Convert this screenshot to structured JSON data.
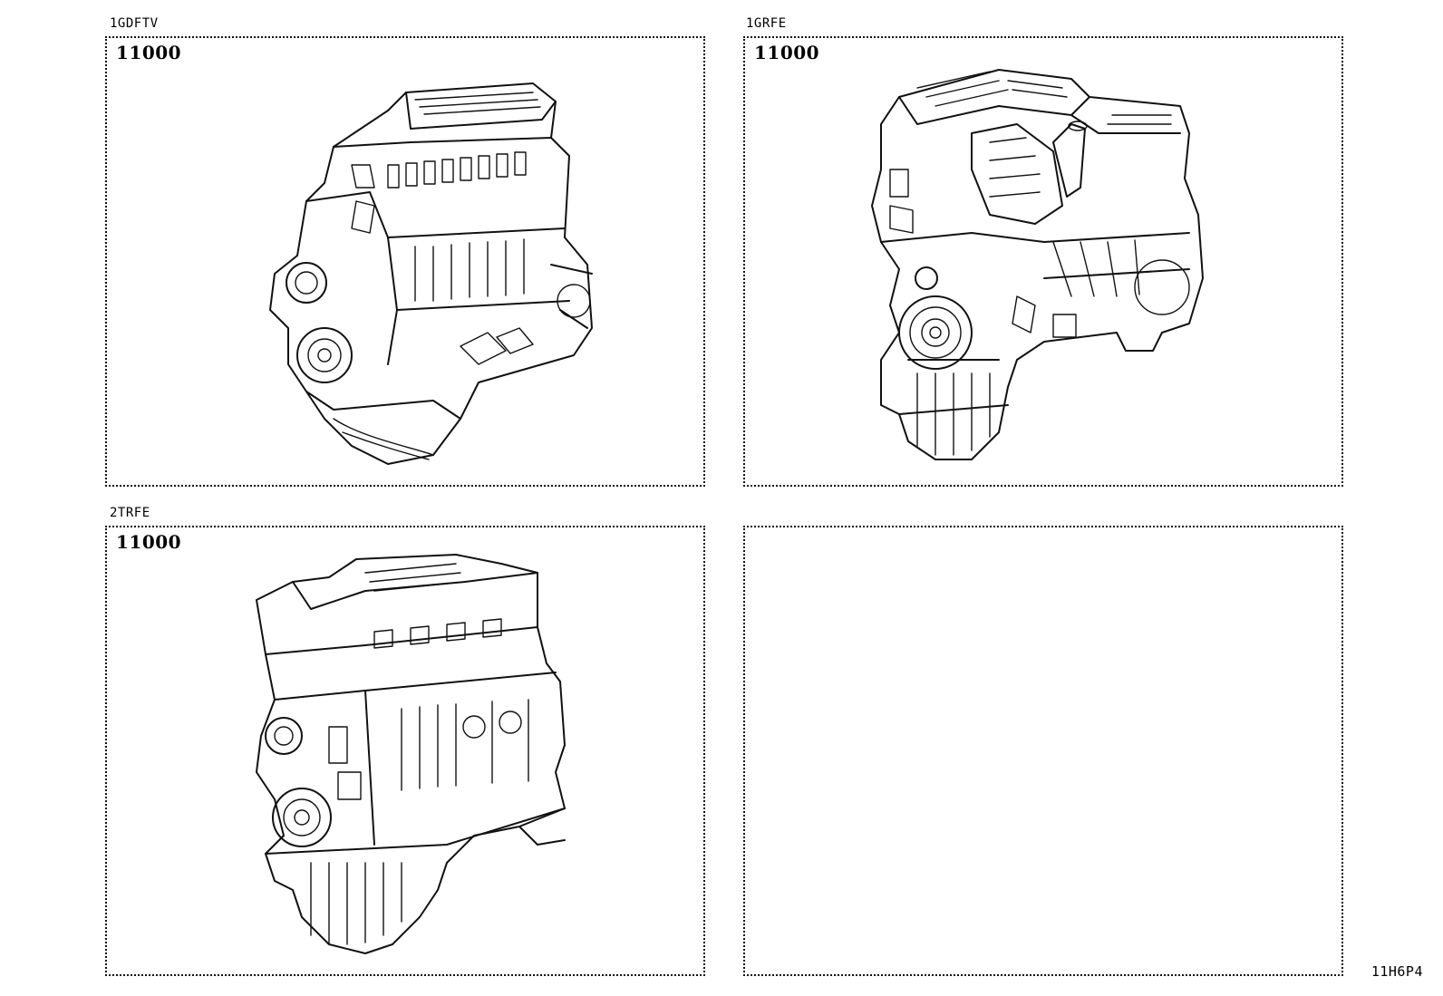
{
  "panels": [
    {
      "engine_code": "1GDFTV",
      "part_number": "11000",
      "illustration": "engine-assembly-drawing"
    },
    {
      "engine_code": "1GRFE",
      "part_number": "11000",
      "illustration": "engine-assembly-drawing"
    },
    {
      "engine_code": "2TRFE",
      "part_number": "11000",
      "illustration": "engine-assembly-drawing"
    },
    {
      "engine_code": "",
      "part_number": "",
      "illustration": ""
    }
  ],
  "reference_code": "11H6P4"
}
